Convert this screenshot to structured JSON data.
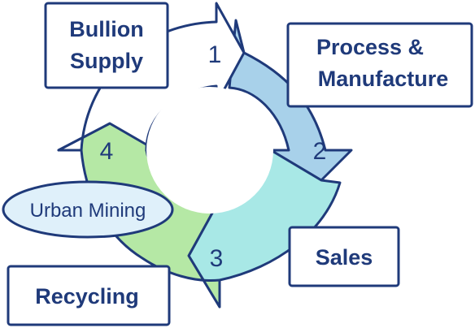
{
  "colors": {
    "stroke": "#1f3a7a",
    "text": "#1f3a7a",
    "segment_1": "#ffffff",
    "segment_2": "#a8d1ea",
    "segment_3": "#a8e8e6",
    "segment_4": "#b5e8a5",
    "ellipse_fill": "#dff0fa",
    "box_fill": "#ffffff"
  },
  "steps": [
    {
      "number": "1"
    },
    {
      "number": "2"
    },
    {
      "number": "3"
    },
    {
      "number": "4"
    }
  ],
  "boxes": {
    "bullion_supply": {
      "line1": "Bullion",
      "line2": "Supply"
    },
    "process_manufacture": {
      "line1": "Process &",
      "line2": "Manufacture"
    },
    "sales": {
      "line1": "Sales"
    },
    "recycling": {
      "line1": "Recycling"
    }
  },
  "urban_mining": {
    "label": "Urban Mining"
  }
}
